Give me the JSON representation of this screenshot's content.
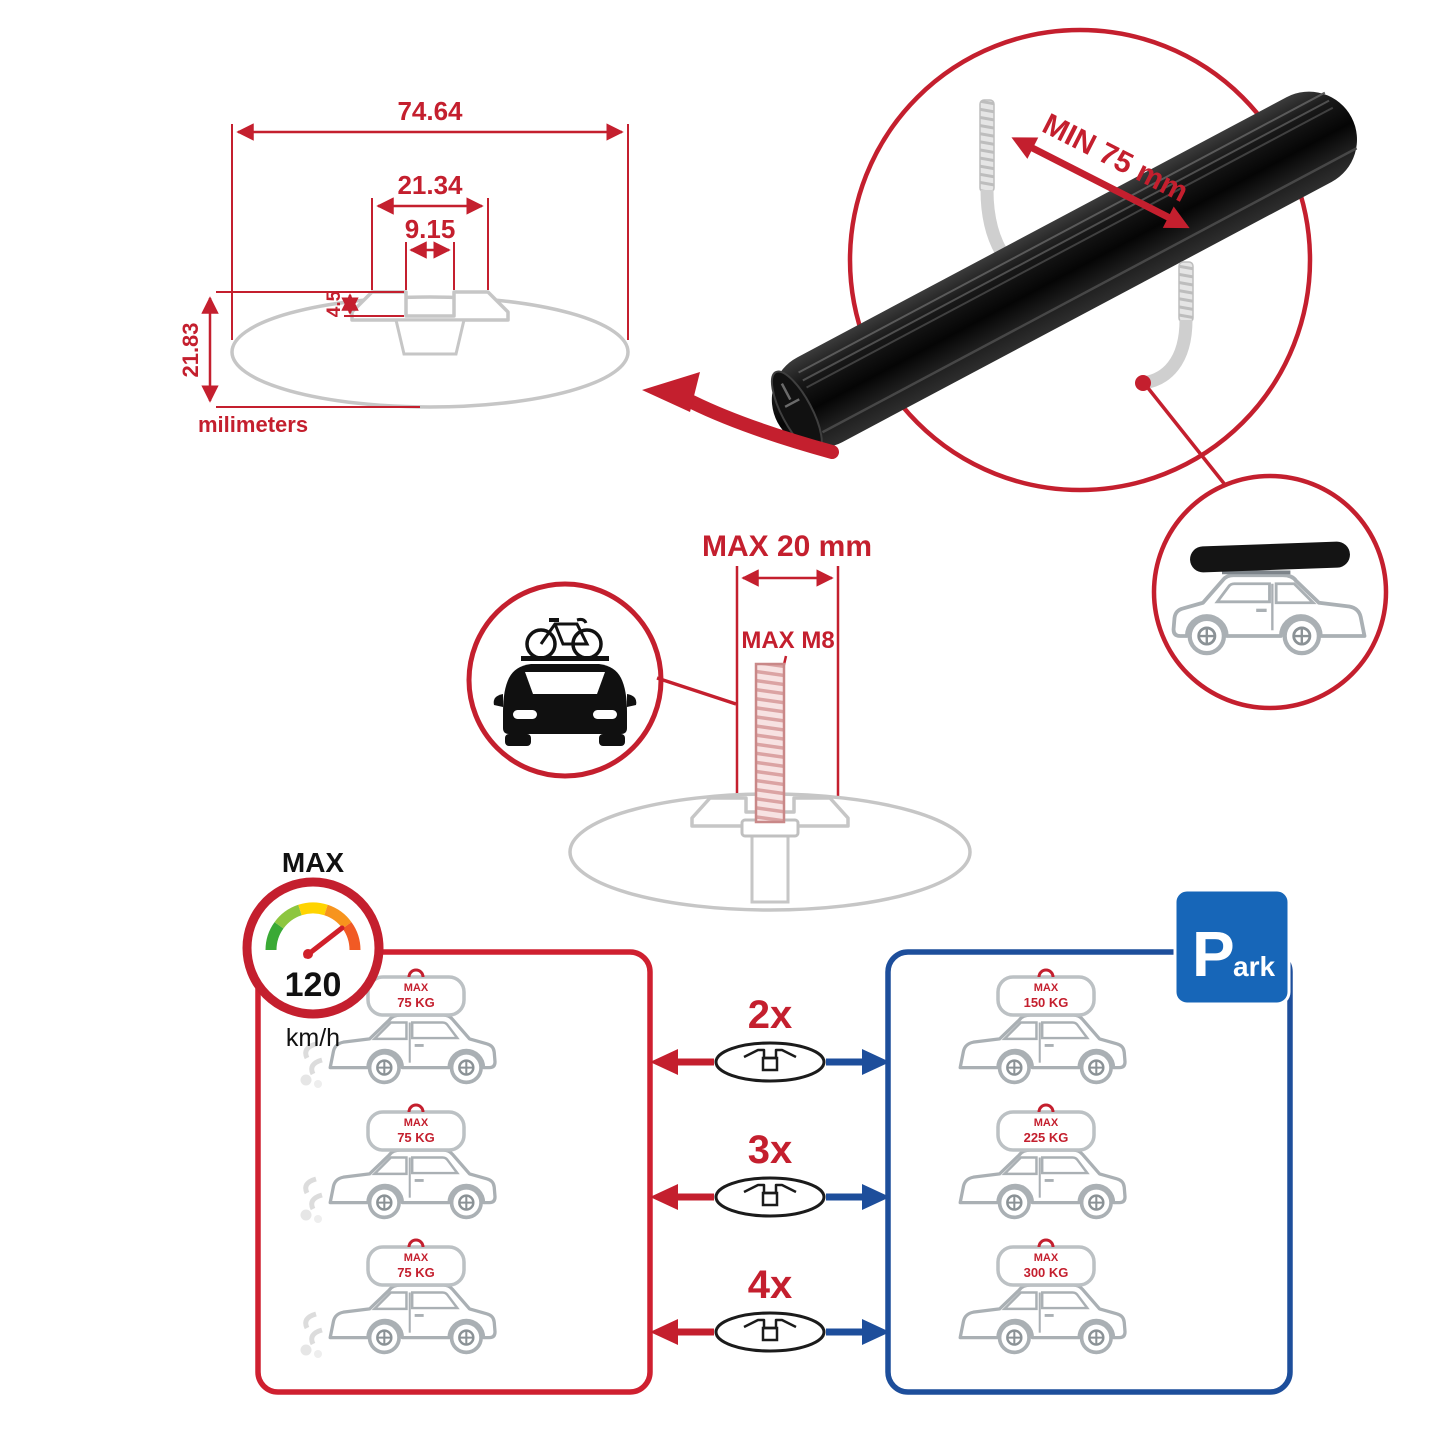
{
  "dimension_drawing": {
    "total_width": "74.64",
    "channel_outer": "21.34",
    "channel_opening": "9.15",
    "lip_depth": "4.5",
    "total_height": "21.83",
    "unit": "milimeters"
  },
  "clamp_detail": {
    "min_grip": "MIN 75 mm"
  },
  "bolt_detail": {
    "max_length": "MAX 20 mm",
    "max_thread": "MAX M8"
  },
  "speed_limit": {
    "label": "MAX",
    "value": "120",
    "unit": "km/h"
  },
  "park_sign": {
    "letter": "P",
    "suffix": "ark"
  },
  "driving_panel": {
    "cars": [
      {
        "max": "MAX",
        "load": "75 KG"
      },
      {
        "max": "MAX",
        "load": "75 KG"
      },
      {
        "max": "MAX",
        "load": "75 KG"
      }
    ]
  },
  "parking_panel": {
    "cars": [
      {
        "max": "MAX",
        "load": "150 KG"
      },
      {
        "max": "MAX",
        "load": "225 KG"
      },
      {
        "max": "MAX",
        "load": "300 KG"
      }
    ]
  },
  "multipliers": [
    {
      "label": "2x"
    },
    {
      "label": "3x"
    },
    {
      "label": "4x"
    }
  ],
  "colors": {
    "red": "#c41f2e",
    "blue": "#1d4e9b",
    "sign_blue": "#1766b8",
    "gray": "#c6c6c6"
  }
}
